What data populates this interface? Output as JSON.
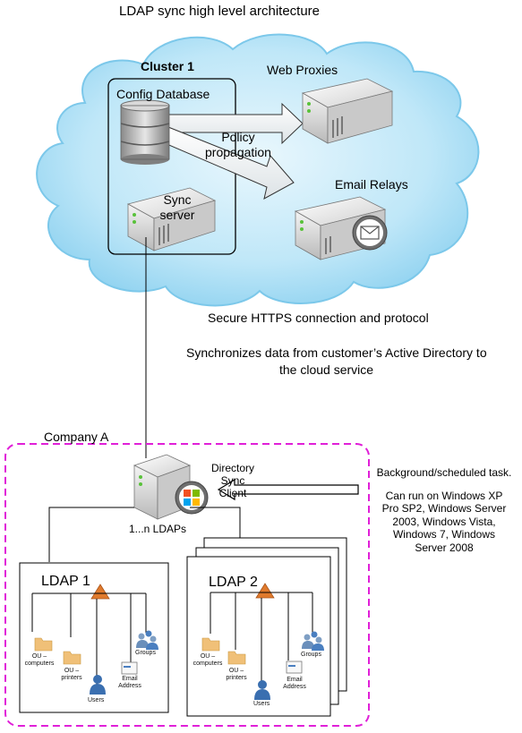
{
  "title": "LDAP sync high level architecture",
  "cloud": {
    "cluster_label": "Cluster 1",
    "config_db_label": "Config Database",
    "web_proxies_label": "Web Proxies",
    "policy_label_line1": "Policy",
    "policy_label_line2": "propagation",
    "email_relays_label": "Email Relays",
    "sync_label_line1": "Sync",
    "sync_label_line2": "server"
  },
  "connection": {
    "line1": "Secure HTTPS connection and protocol",
    "line2": "Synchronizes data from customer’s Active Directory to",
    "line3": "the cloud service"
  },
  "company": {
    "label": "Company A",
    "dsc_line1": "Directory",
    "dsc_line2": "Sync",
    "dsc_line3": "Client",
    "ldaps_label": "1...n LDAPs"
  },
  "side_note": {
    "line1": "Background/scheduled task.",
    "line2": "Can run on Windows XP",
    "line3": "Pro SP2, Windows Server",
    "line4": "2003, Windows Vista,",
    "line5": "Windows 7, Windows",
    "line6": "Server 2008"
  },
  "ldap1": {
    "title": "LDAP 1",
    "ou_computers_1": "OU –",
    "ou_computers_2": "computers",
    "ou_printers_1": "OU –",
    "ou_printers_2": "printers",
    "users": "Users",
    "email_1": "Email",
    "email_2": "Address",
    "groups": "Groups"
  },
  "ldap2": {
    "title": "LDAP 2",
    "ou_computers_1": "OU –",
    "ou_computers_2": "computers",
    "ou_printers_1": "OU –",
    "ou_printers_2": "printers",
    "users": "Users",
    "email_1": "Email",
    "email_2": "Address",
    "groups": "Groups"
  },
  "colors": {
    "cloud_fill": "#a8ddf5",
    "company_border": "#e020d8",
    "triangle": "#e07a2c",
    "folder": "#f0c078",
    "user": "#3a6fb0"
  },
  "icons": [
    "database-icon",
    "server-icon",
    "email-server-icon",
    "windows-server-icon",
    "folder-icon",
    "user-icon",
    "envelope-icon",
    "group-icon",
    "triangle-icon",
    "arrow-icon"
  ]
}
